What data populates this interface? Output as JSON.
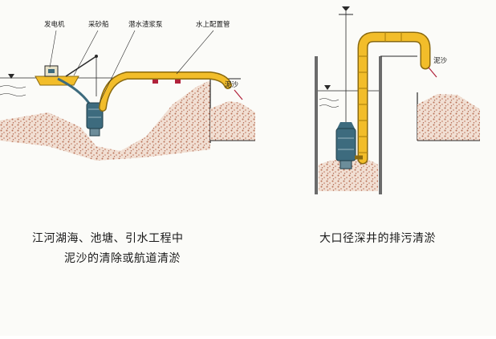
{
  "figure": {
    "colors": {
      "pipe": "#f2bd2a",
      "pipe_outline": "#8a6a10",
      "pipe_band": "#a77a0a",
      "sediment": "#c98c74",
      "pump_body": "#3d6b7e",
      "line": "#2a2a2a",
      "pointer": "#b0223a",
      "sky": "#fbfbf8"
    },
    "left_scene": {
      "labels": {
        "generator": "发电机",
        "sand_boat": "采砂船",
        "pump": "潜水渣浆泵",
        "pipe": "水上配置管",
        "mud": "泥沙"
      },
      "caption_lines": [
        "江河湖海、池塘、引水工程中",
        "泥沙的清除或航道清淤"
      ]
    },
    "right_scene": {
      "labels": {
        "mud": "泥沙"
      },
      "caption": "大口径深井的排污清淤"
    }
  }
}
